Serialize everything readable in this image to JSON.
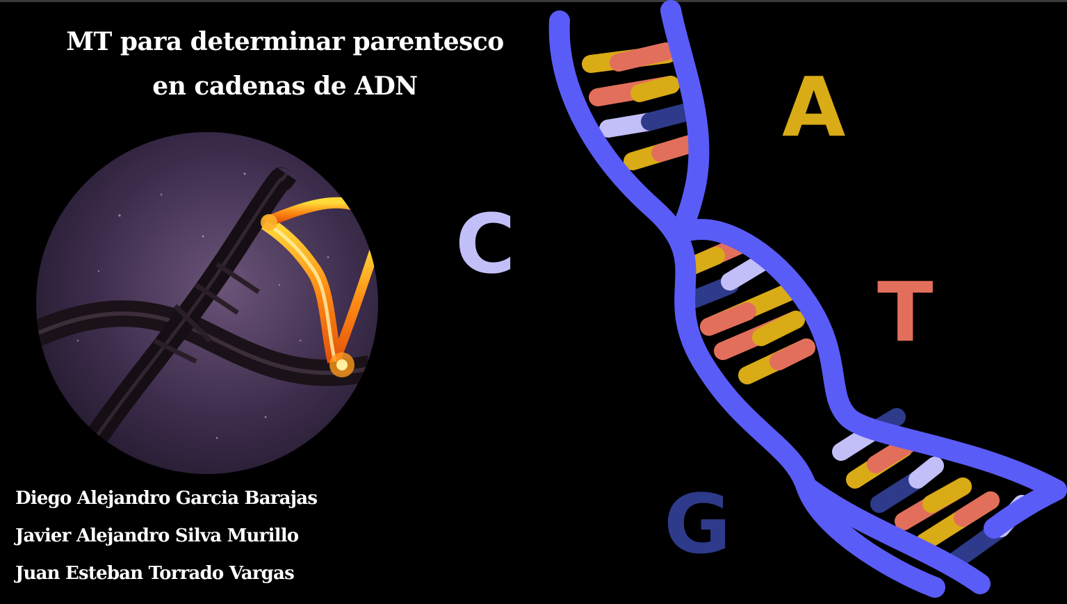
{
  "title": {
    "line1": "MT para determinar parentesco",
    "line2": "en cadenas de ADN"
  },
  "authors": [
    "Diego Alejandro Garcia Barajas",
    "Javier Alejandro Silva Murillo",
    "Juan Esteban Torrado Vargas"
  ],
  "letters": {
    "a": {
      "text": "A",
      "color": "#d9ab16"
    },
    "c": {
      "text": "C",
      "color": "#c2bff8"
    },
    "t": {
      "text": "T",
      "color": "#e26f5c"
    },
    "g": {
      "text": "G",
      "color": "#2e3a8a"
    }
  },
  "colors": {
    "background": "#000000",
    "helix_backbone": "#5a5cf7",
    "base_yellow": "#d9ab16",
    "base_salmon": "#e26f5c",
    "base_lavender": "#c2bff8",
    "base_navy": "#2e3a8a"
  },
  "image": {
    "name": "dna-glowing-photo"
  }
}
